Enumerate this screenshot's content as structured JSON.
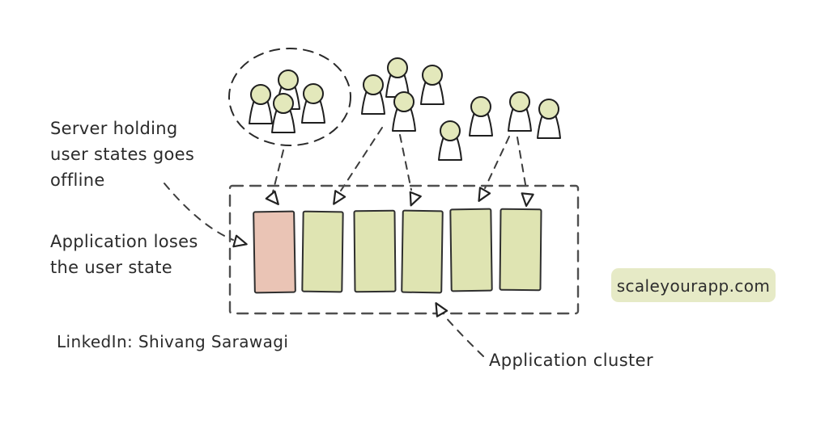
{
  "diagram": {
    "labels": {
      "server_offline_lines": [
        "Server holding",
        "user states goes",
        "offline"
      ],
      "app_loses_lines": [
        "Application loses",
        "the user state"
      ],
      "credit": "LinkedIn: Shivang Sarawagi",
      "cluster_caption": "Application cluster",
      "badge": "scaleyourapp.com"
    },
    "colors": {
      "offline_server": "#eac4b5",
      "healthy_server": "#dfe4b2",
      "person_head": "#e3e8bb",
      "badge_bg": "#e6eac6",
      "ink": "#2b2b2b"
    },
    "cluster": {
      "server_count": 6,
      "offline_server_count": 1,
      "user_count": 12,
      "servers": [
        "offline",
        "healthy",
        "healthy",
        "healthy",
        "healthy",
        "healthy"
      ]
    }
  }
}
